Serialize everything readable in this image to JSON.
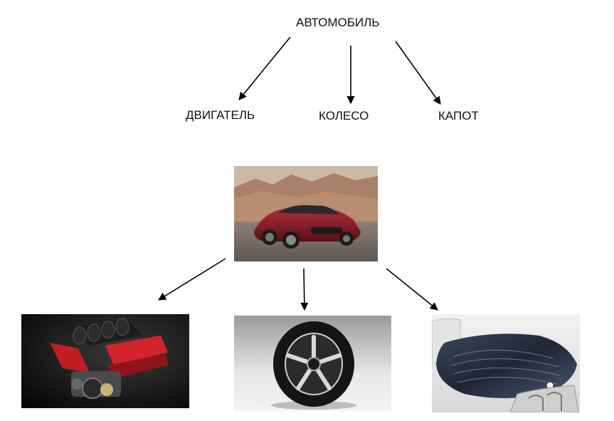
{
  "diagram": {
    "top": {
      "root": "АВТОМОБИЛЬ",
      "children": [
        "ДВИГАТЕЛЬ",
        "КОЛЕСО",
        "КАПОТ"
      ]
    },
    "bottom": {
      "root_image": "car-photo",
      "children_images": [
        "engine-photo",
        "wheel-photo",
        "hood-photo"
      ]
    }
  }
}
